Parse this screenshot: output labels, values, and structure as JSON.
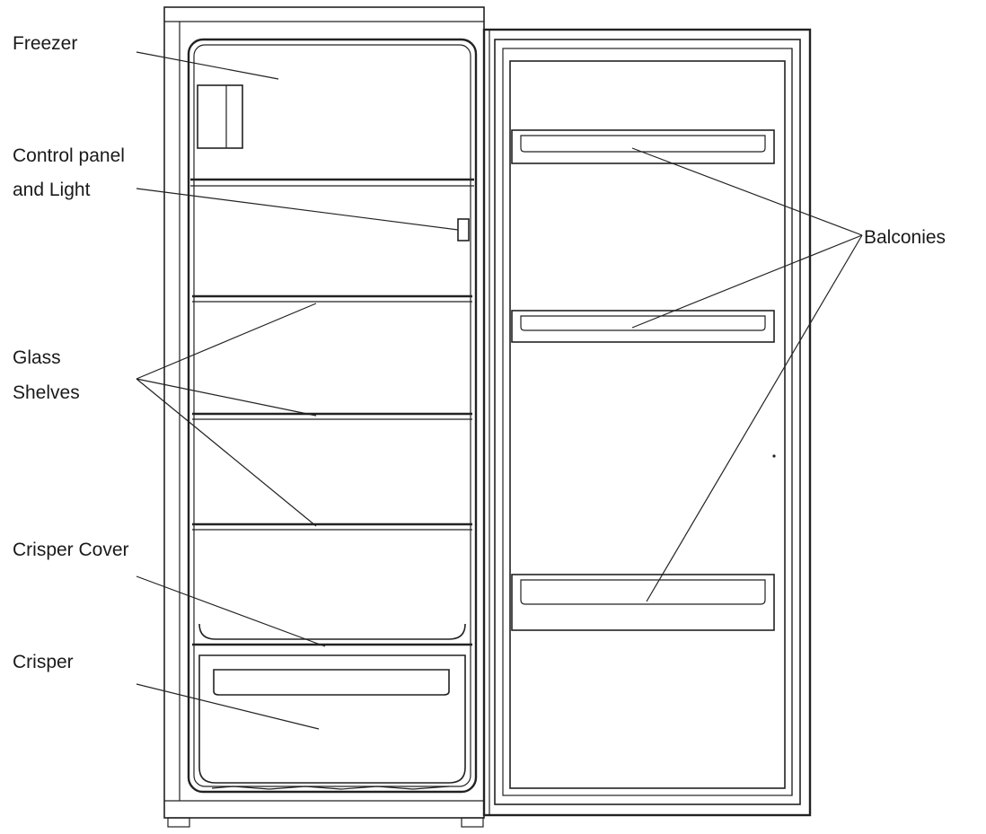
{
  "labels": {
    "freezer": "Freezer",
    "control_line1": "Control panel",
    "control_line2": "and Light",
    "glass_line1": "Glass",
    "glass_line2": "Shelves",
    "crisper_cover": "Crisper Cover",
    "crisper": "Crisper",
    "balconies": "Balconies"
  },
  "colors": {
    "line": "#222222",
    "text": "#1a1a1a",
    "background": "#ffffff"
  }
}
